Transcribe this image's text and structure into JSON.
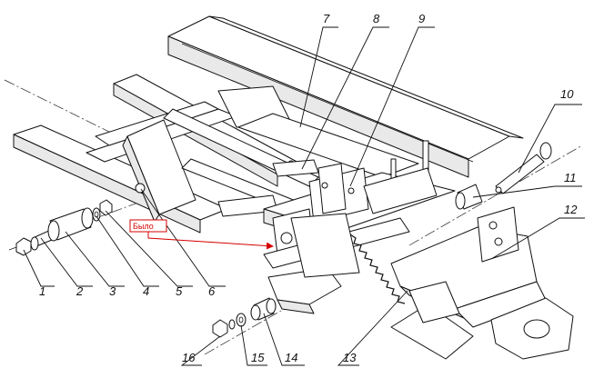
{
  "drawing": {
    "callouts": [
      "1",
      "2",
      "3",
      "4",
      "5",
      "6",
      "7",
      "8",
      "9",
      "10",
      "11",
      "12",
      "13",
      "14",
      "15",
      "16"
    ],
    "note": {
      "text": "Было",
      "color": "#d40000"
    }
  }
}
